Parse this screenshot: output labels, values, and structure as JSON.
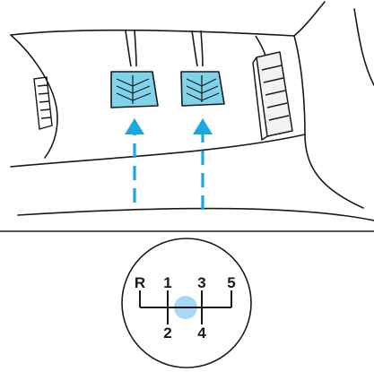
{
  "colors": {
    "line": "#1a1a1a",
    "pedal_fill": "#7fd3ea",
    "arrow": "#1ba7e0",
    "neutral_dot": "#a8d8f5"
  },
  "gear_pattern": {
    "top_labels": [
      "R",
      "1",
      "3",
      "5"
    ],
    "bottom_labels": [
      "2",
      "4"
    ],
    "highlight": "neutral"
  },
  "icons": {
    "left_pedal": "clutch-pedal-icon",
    "middle_pedal": "brake-pedal-icon",
    "right_pedal": "accelerator-pedal-icon"
  }
}
